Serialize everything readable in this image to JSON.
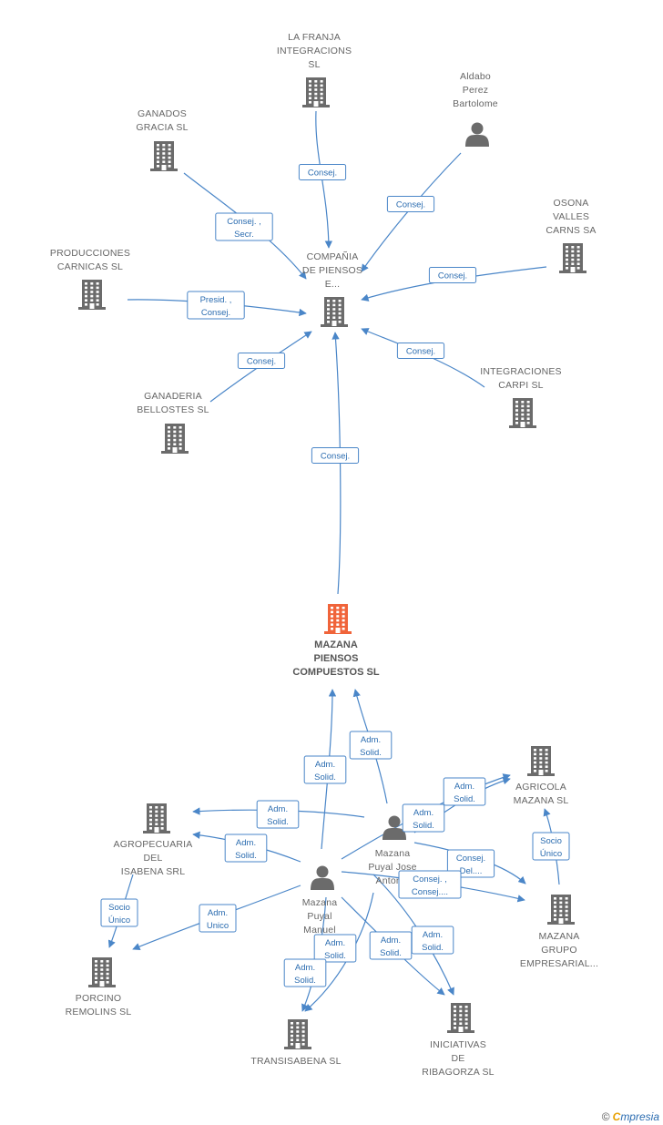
{
  "colors": {
    "edge": "#4a86c8",
    "node": "#6b6b6b",
    "main": "#f0643a"
  },
  "nodes": [
    {
      "id": "main",
      "type": "company",
      "main": true,
      "lines": [
        "MAZANA",
        "PIENSOS",
        "COMPUESTOS SL"
      ]
    },
    {
      "id": "compania",
      "type": "company",
      "lines": [
        "COMPAÑIA",
        "DE PIENSOS",
        "E..."
      ]
    },
    {
      "id": "franja",
      "type": "company",
      "lines": [
        "LA FRANJA",
        "INTEGRACIONS",
        "SL"
      ]
    },
    {
      "id": "aldabo",
      "type": "person",
      "lines": [
        "Aldabo",
        "Perez",
        "Bartolome"
      ]
    },
    {
      "id": "ganados",
      "type": "company",
      "lines": [
        "GANADOS",
        "GRACIA SL"
      ]
    },
    {
      "id": "osona",
      "type": "company",
      "lines": [
        "OSONA",
        "VALLES",
        "CARNS SA"
      ]
    },
    {
      "id": "producciones",
      "type": "company",
      "lines": [
        "PRODUCCIONES",
        "CARNICAS SL"
      ]
    },
    {
      "id": "integraciones",
      "type": "company",
      "lines": [
        "INTEGRACIONES",
        "CARPI SL"
      ]
    },
    {
      "id": "ganaderia",
      "type": "company",
      "lines": [
        "GANADERIA",
        "BELLOSTES SL"
      ]
    },
    {
      "id": "agricola",
      "type": "company",
      "lines": [
        "AGRICOLA",
        "MAZANA SL"
      ]
    },
    {
      "id": "jose",
      "type": "person",
      "lines": [
        "Mazana",
        "Puyal Jose",
        "Antonio"
      ]
    },
    {
      "id": "agropecuaria",
      "type": "company",
      "lines": [
        "AGROPECUARIA",
        "DEL",
        "ISABENA SRL"
      ]
    },
    {
      "id": "manuel",
      "type": "person",
      "lines": [
        "Mazana",
        "Puyal",
        "Manuel"
      ]
    },
    {
      "id": "grupo",
      "type": "company",
      "lines": [
        "MAZANA",
        "GRUPO",
        "EMPRESARIAL..."
      ]
    },
    {
      "id": "porcino",
      "type": "company",
      "lines": [
        "PORCINO",
        "REMOLINS SL"
      ]
    },
    {
      "id": "transisabena",
      "type": "company",
      "lines": [
        "TRANSISABENA SL"
      ]
    },
    {
      "id": "iniciativas",
      "type": "company",
      "lines": [
        "INICIATIVAS",
        "DE",
        "RIBAGORZA SL"
      ]
    }
  ],
  "edges": [
    {
      "from": "franja",
      "to": "compania",
      "label": [
        "Consej."
      ]
    },
    {
      "from": "aldabo",
      "to": "compania",
      "label": [
        "Consej."
      ]
    },
    {
      "from": "ganados",
      "to": "compania",
      "label": [
        "Consej. ,",
        "Secr."
      ]
    },
    {
      "from": "osona",
      "to": "compania",
      "label": [
        "Consej."
      ]
    },
    {
      "from": "producciones",
      "to": "compania",
      "label": [
        "Presid. ,",
        "Consej."
      ]
    },
    {
      "from": "integraciones",
      "to": "compania",
      "label": [
        "Consej."
      ]
    },
    {
      "from": "ganaderia",
      "to": "compania",
      "label": [
        "Consej."
      ]
    },
    {
      "from": "main",
      "to": "compania",
      "label": [
        "Consej."
      ]
    },
    {
      "from": "jose",
      "to": "main",
      "label": [
        "Adm.",
        "Solid."
      ]
    },
    {
      "from": "manuel",
      "to": "main",
      "label": [
        "Adm.",
        "Solid."
      ]
    },
    {
      "from": "jose",
      "to": "agropecuaria",
      "label": [
        "Adm.",
        "Solid."
      ]
    },
    {
      "from": "manuel",
      "to": "agropecuaria",
      "label": [
        "Adm.",
        "Solid."
      ]
    },
    {
      "from": "manuel",
      "to": "agricola",
      "label": [
        "Adm.",
        "Solid."
      ]
    },
    {
      "from": "jose",
      "to": "agricola",
      "label": [
        "Adm.",
        "Solid."
      ]
    },
    {
      "from": "jose",
      "to": "grupo",
      "label": [
        "Consej.",
        "Del...."
      ]
    },
    {
      "from": "manuel",
      "to": "grupo",
      "label": [
        "Consej. ,",
        "Consej...."
      ]
    },
    {
      "from": "grupo",
      "to": "agricola",
      "label": [
        "Socio",
        "Único"
      ]
    },
    {
      "from": "agropecuaria",
      "to": "porcino",
      "label": [
        "Socio",
        "Único"
      ]
    },
    {
      "from": "manuel",
      "to": "porcino",
      "label": [
        "Adm.",
        "Unico"
      ]
    },
    {
      "from": "manuel",
      "to": "transisabena",
      "label": [
        "Adm.",
        "Solid."
      ]
    },
    {
      "from": "jose",
      "to": "transisabena",
      "label": [
        "Adm.",
        "Solid."
      ]
    },
    {
      "from": "manuel",
      "to": "iniciativas",
      "label": [
        "Adm.",
        "Solid."
      ]
    },
    {
      "from": "jose",
      "to": "iniciativas",
      "label": [
        "Adm.",
        "Solid."
      ]
    }
  ],
  "footer": {
    "copyright": "©",
    "brand_initial": "C",
    "brand_rest": "mpresia"
  }
}
